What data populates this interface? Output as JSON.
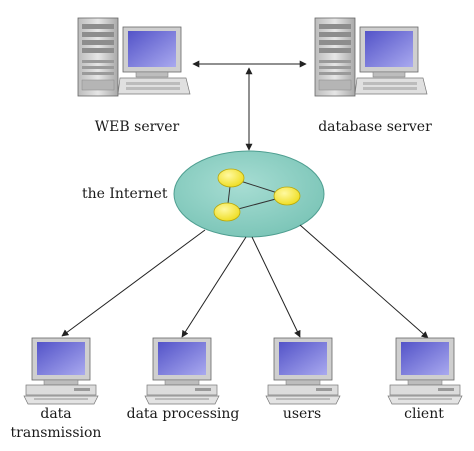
{
  "servers": {
    "web": {
      "label": "WEB server",
      "icon": "server-computer-icon"
    },
    "database": {
      "label": "database server",
      "icon": "server-computer-icon"
    }
  },
  "network": {
    "label": "the Internet",
    "icon": "network-cloud-icon"
  },
  "clients": [
    {
      "label_line1": "data",
      "label_line2": "transmission",
      "icon": "desktop-computer-icon"
    },
    {
      "label": "data processing",
      "icon": "desktop-computer-icon"
    },
    {
      "label": "users",
      "icon": "desktop-computer-icon"
    },
    {
      "label": "client",
      "icon": "desktop-computer-icon"
    }
  ],
  "colors": {
    "cloud_fill": "#8fd0c4",
    "node_fill": "#f6ea3a",
    "screen": "#6f6fd6",
    "case": "#d8d8d8",
    "line": "#222222"
  }
}
